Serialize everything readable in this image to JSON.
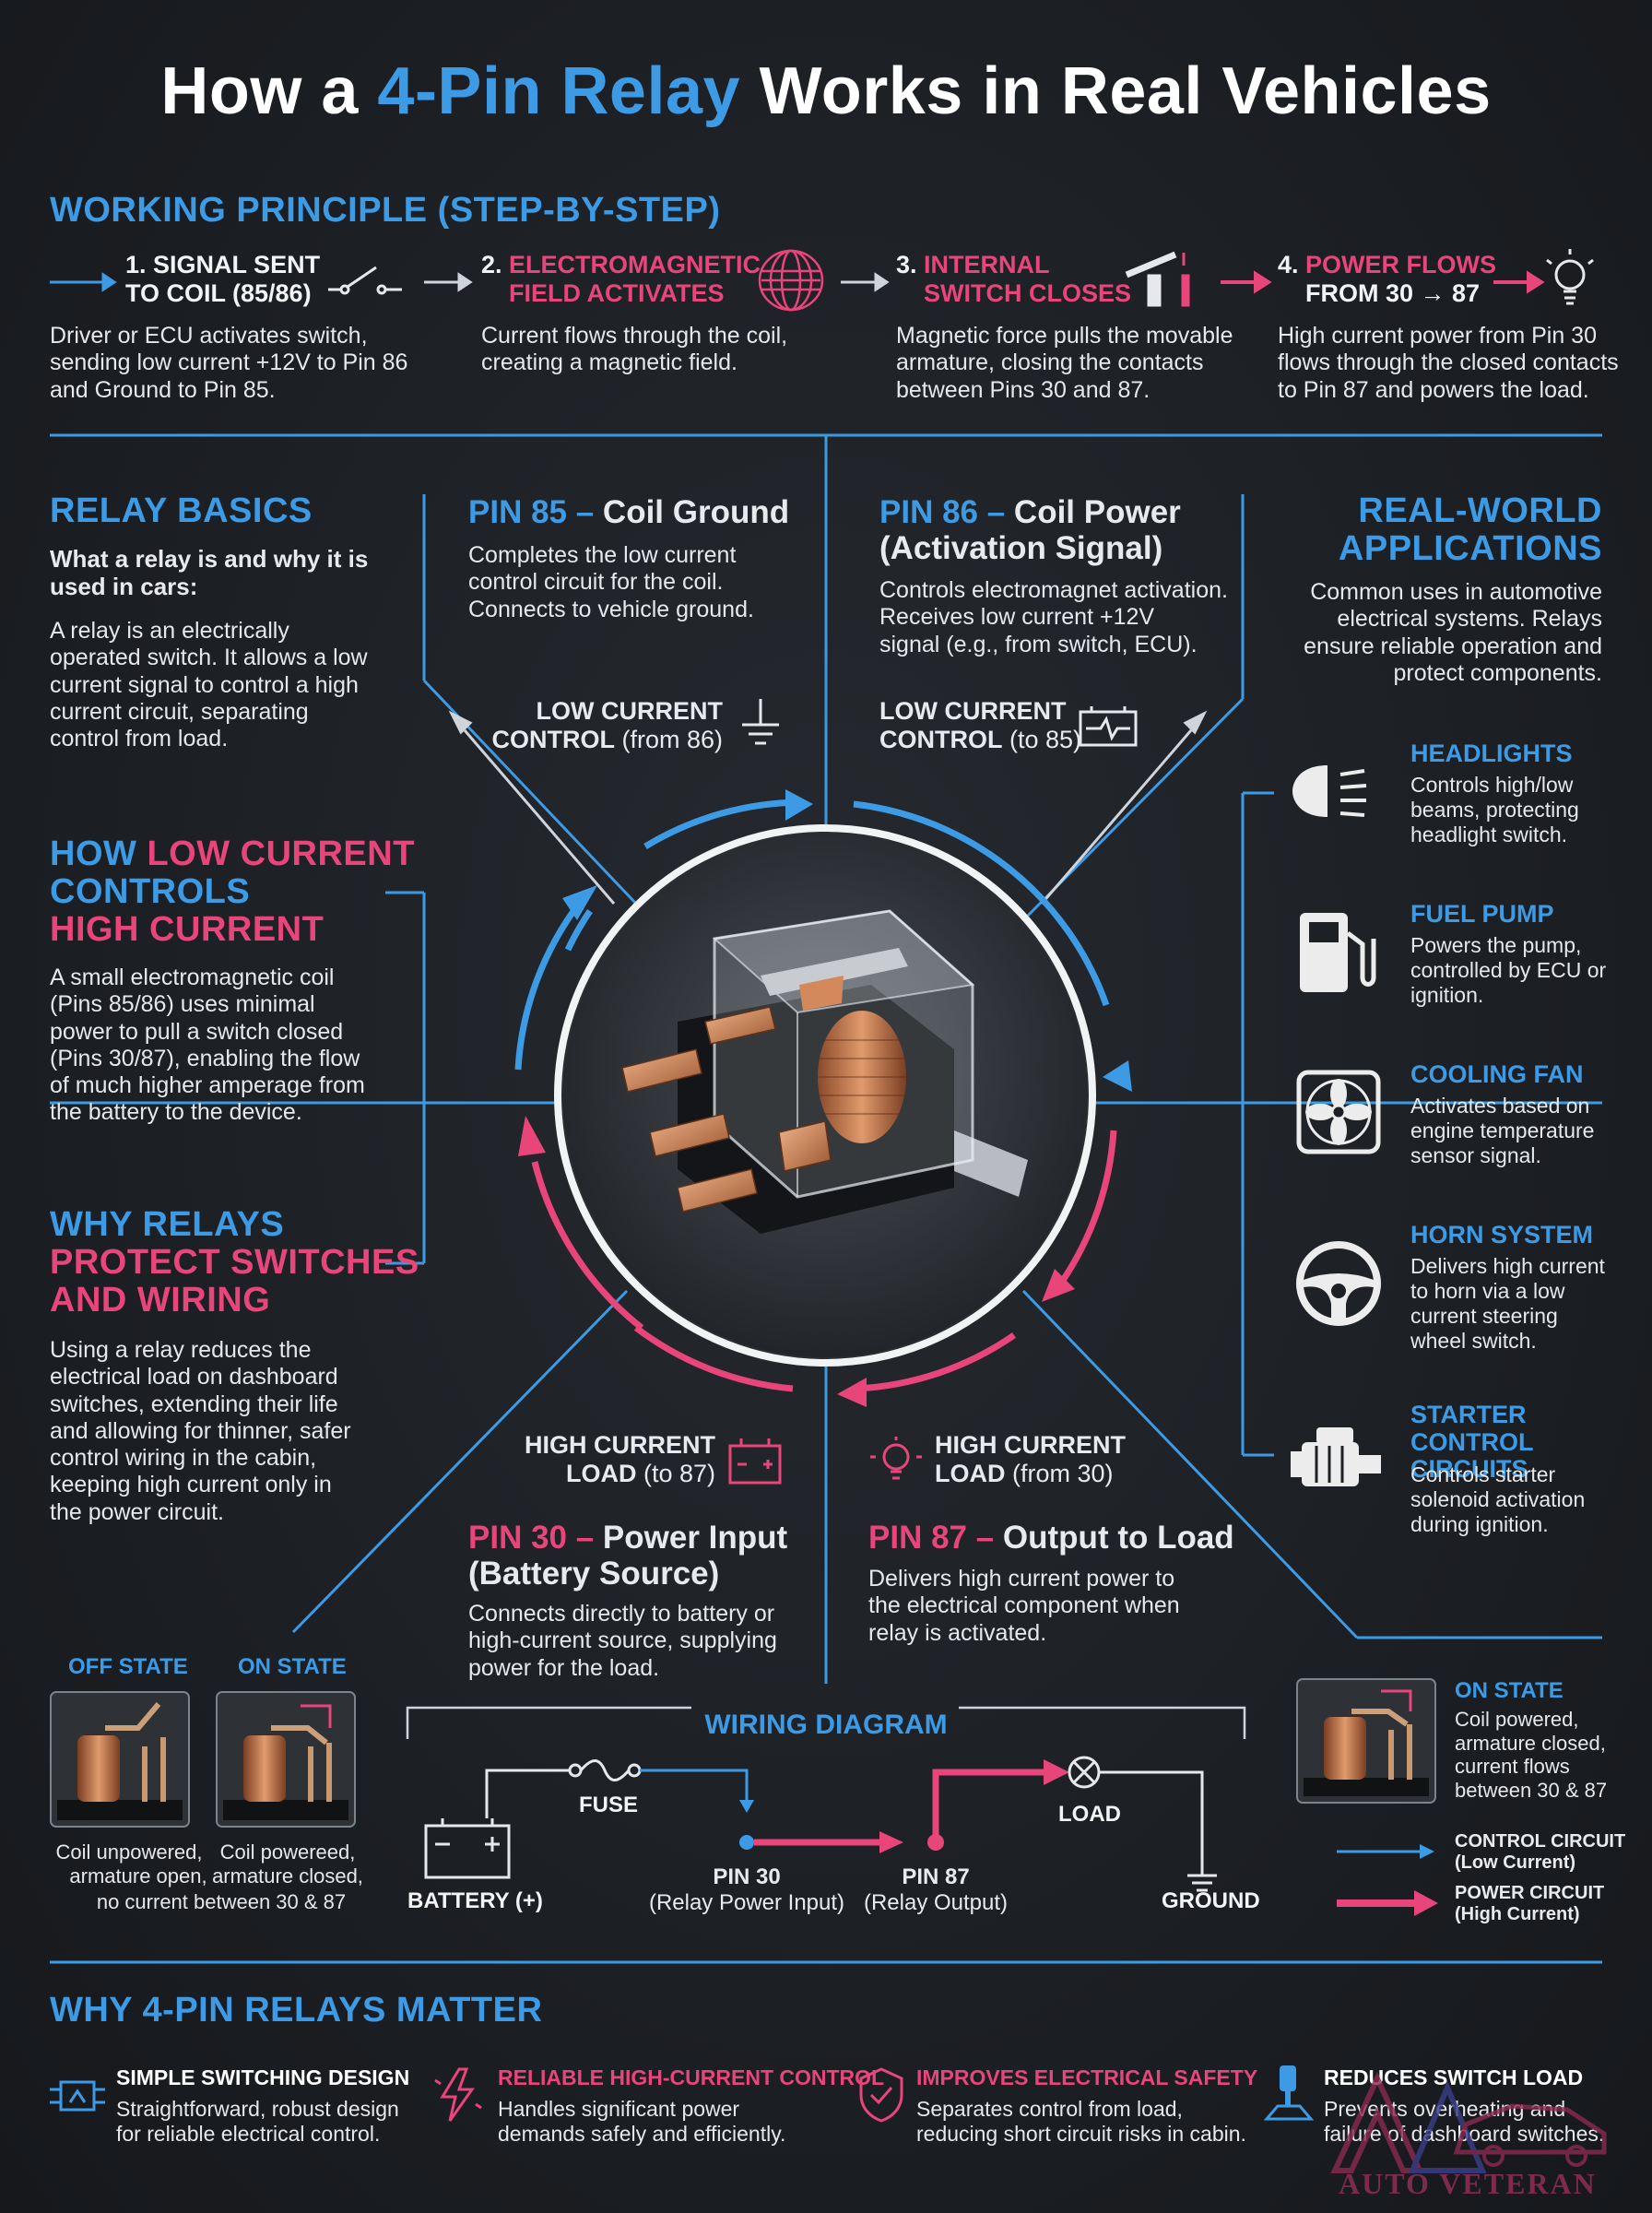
{
  "title": {
    "part1": "How a ",
    "highlight": "4-Pin Relay",
    "part2": " Works in Real Vehicles"
  },
  "working_principle": {
    "heading": "WORKING PRINCIPLE (STEP-BY-STEP)",
    "steps": [
      {
        "num": "1.",
        "title_white": "SIGNAL SENT",
        "title_white2": "TO COIL (85/86)",
        "desc": [
          "Driver or ECU activates switch,",
          "sending low current +12V to Pin 86",
          "and Ground to Pin 85."
        ]
      },
      {
        "num": "2.",
        "title_accent": "ELECTROMAGNETIC",
        "title_accent2": "FIELD ACTIVATES",
        "desc": [
          "Current flows through the coil,",
          "creating a magnetic field."
        ]
      },
      {
        "num": "3.",
        "title_accent": "INTERNAL",
        "title_accent2": "SWITCH CLOSES",
        "desc": [
          "Magnetic force pulls the movable",
          "armature, closing the contacts",
          "between Pins 30 and 87."
        ]
      },
      {
        "num": "4.",
        "title_accent": "POWER FLOWS",
        "title_white2": "FROM 30 → 87",
        "desc": [
          "High current power from Pin 30",
          "flows through the closed contacts",
          "to Pin 87 and powers the load."
        ]
      }
    ]
  },
  "relay_basics": {
    "heading": "RELAY BASICS",
    "sub": [
      "What a relay is and why it is",
      "used in cars:"
    ],
    "desc": [
      "A relay is an electrically",
      "operated switch. It allows a low",
      "current signal to control a high",
      "current circuit, separating",
      "control from load."
    ]
  },
  "low_high": {
    "h1": "HOW ",
    "h1b": "LOW CURRENT",
    "h2": "CONTROLS",
    "h3": "HIGH CURRENT",
    "desc": [
      "A small electromagnetic coil",
      "(Pins 85/86) uses minimal",
      "power to pull a switch closed",
      "(Pins 30/87), enabling the flow",
      "of much higher amperage from",
      "the battery to the device."
    ]
  },
  "protect": {
    "h1": "WHY RELAYS",
    "h2": "PROTECT SWITCHES",
    "h3": "AND WIRING",
    "desc": [
      "Using a relay reduces the",
      "electrical load on dashboard",
      "switches, extending their life",
      "and allowing for thinner, safer",
      "control wiring in the cabin,",
      "keeping high current only in",
      "the power circuit."
    ]
  },
  "pins": {
    "p85": {
      "pin": "PIN 85",
      "dash": " – ",
      "name": "Coil Ground",
      "desc": [
        "Completes the low current",
        "control circuit for the coil.",
        "Connects to vehicle ground."
      ],
      "flow1": "LOW CURRENT",
      "flow2a": "CONTROL",
      "flow2b": " (from 86)"
    },
    "p86": {
      "pin": "PIN 86",
      "dash": " – ",
      "name": "Coil Power",
      "name2": "(Activation Signal)",
      "desc": [
        "Controls electromagnet activation.",
        "Receives low current +12V",
        "signal (e.g., from switch, ECU)."
      ],
      "flow1": "LOW CURRENT",
      "flow2a": "CONTROL",
      "flow2b": " (to 85)"
    },
    "p30": {
      "pin": "PIN 30",
      "dash": " – ",
      "name": "Power Input",
      "name2": "(Battery Source)",
      "desc": [
        "Connects directly to battery or",
        "high-current source, supplying",
        "power for the load."
      ],
      "flow1": "HIGH CURRENT",
      "flow2a": "LOAD",
      "flow2b": " (to 87)"
    },
    "p87": {
      "pin": "PIN 87",
      "dash": " – ",
      "name": "Output to Load",
      "desc": [
        "Delivers high current power to",
        "the electrical component when",
        "relay is activated."
      ],
      "flow1": "HIGH CURRENT",
      "flow2a": "LOAD",
      "flow2b": " (from 30)"
    }
  },
  "applications": {
    "heading1": "REAL-WORLD",
    "heading2": "APPLICATIONS",
    "desc": [
      "Common uses in automotive",
      "electrical systems. Relays",
      "ensure reliable operation and",
      "protect components."
    ],
    "items": [
      {
        "title": "HEADLIGHTS",
        "desc": [
          "Controls high/low",
          "beams, protecting",
          "headlight switch."
        ],
        "icon": "headlight-icon"
      },
      {
        "title": "FUEL PUMP",
        "desc": [
          "Powers the pump,",
          "controlled by ECU or",
          "ignition."
        ],
        "icon": "fuel-pump-icon"
      },
      {
        "title": "COOLING FAN",
        "desc": [
          "Activates based on",
          "engine temperature",
          "sensor signal."
        ],
        "icon": "fan-icon"
      },
      {
        "title": "HORN SYSTEM",
        "desc": [
          "Delivers high current",
          "to horn via a low",
          "current steering",
          "wheel switch."
        ],
        "icon": "steering-wheel-icon"
      },
      {
        "title1": "STARTER CONTROL",
        "title2": "CIRCUITS",
        "desc": [
          "Controls starter",
          "solenoid activation",
          "during ignition."
        ],
        "icon": "starter-motor-icon"
      }
    ]
  },
  "states": {
    "off": {
      "label": "OFF STATE",
      "desc": [
        "Coil unpowered,",
        "armature open,",
        "no current between 30 & 87"
      ]
    },
    "on": {
      "label": "ON STATE",
      "desc": [
        "Coil powereed,",
        "armature closed,"
      ]
    },
    "on_right": {
      "label": "ON STATE",
      "desc": [
        "Coil powered,",
        "armature closed,",
        "current flows",
        "between 30 & 87"
      ]
    }
  },
  "wiring": {
    "heading": "WIRING DIAGRAM",
    "fuse": "FUSE",
    "battery": "BATTERY (+)",
    "pin30": "PIN 30",
    "pin30sub": "(Relay Power Input)",
    "pin87": "PIN 87",
    "pin87sub": "(Relay Output)",
    "load": "LOAD",
    "ground": "GROUND"
  },
  "legend": {
    "control1": "CONTROL CIRCUIT",
    "control2": "(Low Current)",
    "power1": "POWER CIRCUIT",
    "power2": "(High Current)"
  },
  "matter": {
    "heading": "WHY 4-PIN RELAYS MATTER",
    "items": [
      {
        "title": "SIMPLE SWITCHING DESIGN",
        "desc": [
          "Straightforward, robust design",
          "for reliable electrical control."
        ]
      },
      {
        "title": "RELIABLE HIGH-CURRENT CONTROL",
        "desc": [
          "Handles significant power",
          "demands safely and efficiently."
        ]
      },
      {
        "title": "IMPROVES ELECTRICAL SAFETY",
        "desc": [
          "Separates control from load,",
          "reducing short circuit risks in cabin."
        ]
      },
      {
        "title": "REDUCES SWITCH LOAD",
        "desc": [
          "Prevents overheating and",
          "failure of dashboard switches."
        ]
      }
    ]
  },
  "watermark": "AUTO VETERAN",
  "colors": {
    "blue": "#3d9be6",
    "pink": "#e8457a",
    "background": "#1d2025"
  }
}
